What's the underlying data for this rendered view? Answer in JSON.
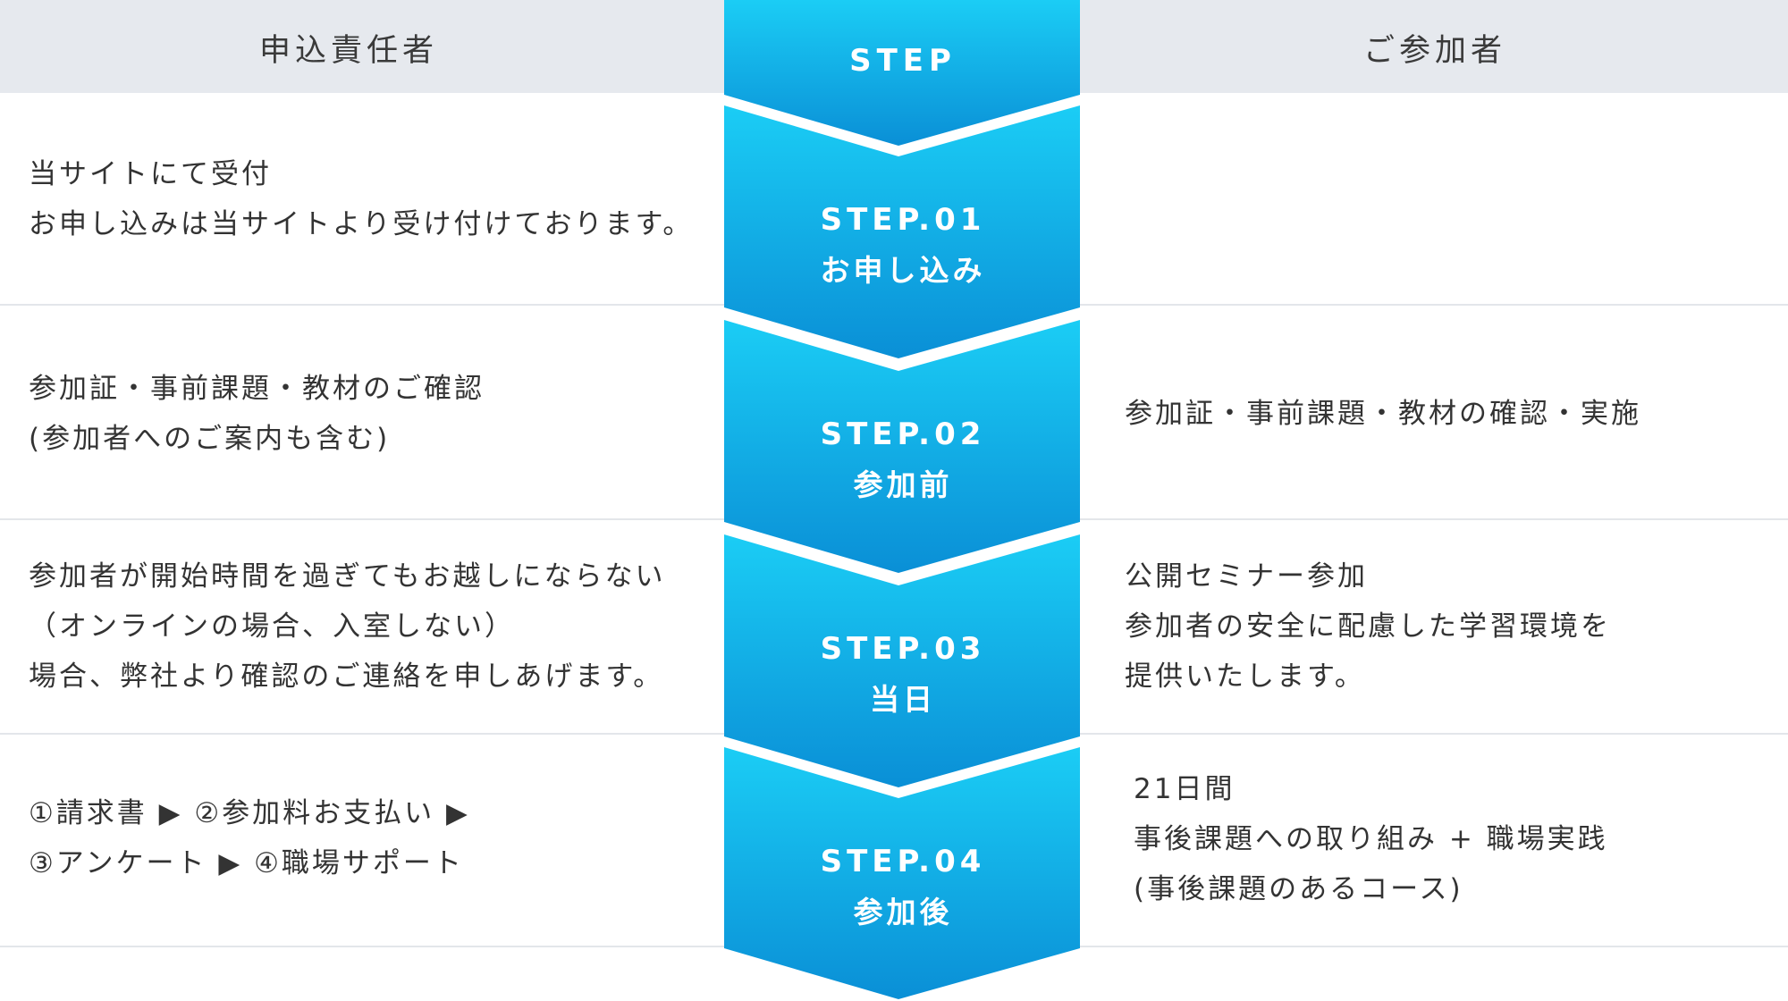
{
  "header": {
    "left_title": "申込責任者",
    "step_title": "STEP",
    "right_title": "ご参加者"
  },
  "colors": {
    "header_bg": "#e6e9ee",
    "chevron_top": "#1bcdf5",
    "chevron_bottom": "#0a8fd6",
    "divider": "#e3e6ea"
  },
  "steps": [
    {
      "number": "STEP.01",
      "name": "お申し込み",
      "left": "当サイトにて受付\nお申し込みは当サイトより受け付けております。",
      "right": ""
    },
    {
      "number": "STEP.02",
      "name": "参加前",
      "left": "参加証・事前課題・教材のご確認\n(参加者へのご案内も含む)",
      "right": "参加証・事前課題・教材の確認・実施"
    },
    {
      "number": "STEP.03",
      "name": "当日",
      "left": "参加者が開始時間を過ぎてもお越しにならない\n（オンラインの場合、入室しない）\n場合、弊社より確認のご連絡を申しあげます。",
      "right": "公開セミナー参加\n参加者の安全に配慮した学習環境を\n提供いたします。"
    },
    {
      "number": "STEP.04",
      "name": "参加後",
      "left": "①請求書 ▶ ②参加料お支払い ▶\n③アンケート ▶ ④職場サポート",
      "right": "21日間\n事後課題への取り組み + 職場実践\n(事後課題のあるコース)"
    }
  ]
}
